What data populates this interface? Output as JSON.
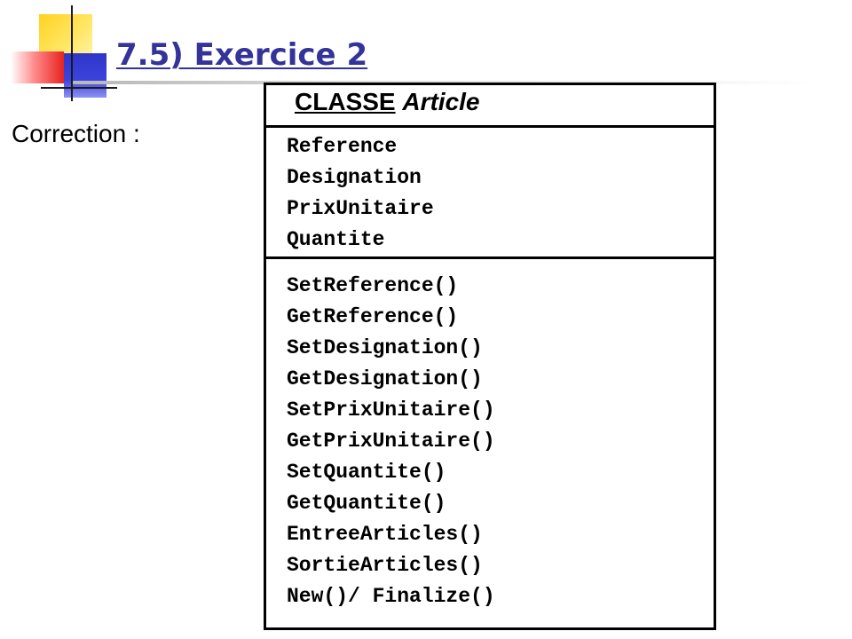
{
  "slide": {
    "title": "7.5) Exercice 2",
    "subtitle": "Correction :",
    "title_color": "#333399"
  },
  "uml_class": {
    "keyword": "CLASSE",
    "name": "Article",
    "attributes": [
      "Reference",
      "Designation",
      "PrixUnitaire",
      "Quantite"
    ],
    "methods": [
      "SetReference()",
      "GetReference()",
      "SetDesignation()",
      "GetDesignation()",
      "SetPrixUnitaire()",
      "GetPrixUnitaire()",
      "SetQuantite()",
      "GetQuantite()",
      "EntreeArticles()",
      "SortieArticles()",
      "New()/ Finalize()"
    ]
  },
  "decoration": {
    "logo_colors": [
      "#ffd21e",
      "#e8231f",
      "#2f35c8"
    ]
  }
}
